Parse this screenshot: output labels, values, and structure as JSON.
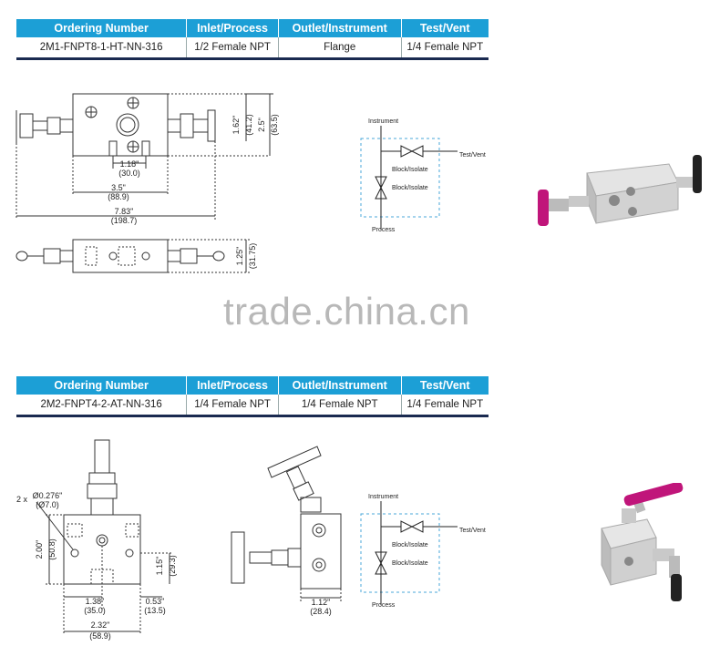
{
  "table1": {
    "headers": [
      "Ordering Number",
      "Inlet/Process",
      "Outlet/Instrument",
      "Test/Vent"
    ],
    "row": [
      "2M1-FNPT8-1-HT-NN-316",
      "1/2 Female NPT",
      "Flange",
      "1/4 Female NPT"
    ]
  },
  "table2": {
    "headers": [
      "Ordering Number",
      "Inlet/Process",
      "Outlet/Instrument",
      "Test/Vent"
    ],
    "row": [
      "2M2-FNPT4-2-AT-NN-316",
      "1/4 Female NPT",
      "1/4 Female NPT",
      "1/4 Female NPT"
    ]
  },
  "drawing1": {
    "dim_118": "1.18\"",
    "dim_118_mm": "(30.0)",
    "dim_35": "3.5\"",
    "dim_35_mm": "(88.9)",
    "dim_783": "7.83\"",
    "dim_783_mm": "(198.7)",
    "dim_162": "1.62\"",
    "dim_162_mm": "(41.2)",
    "dim_25": "2.5\"",
    "dim_25_mm": "(63.5)",
    "dim_125": "1.25\"",
    "dim_125_mm": "(31.75)"
  },
  "schematic1": {
    "instrument": "Instrument",
    "test_vent": "Test/Vent",
    "block_top": "Block/Isolate",
    "block_bottom": "Block/Isolate",
    "process": "Process"
  },
  "drawing2": {
    "holes": "2 x",
    "hole_dia": "Ø0.276\"",
    "hole_dia_mm": "(Ø7.0)",
    "dim_200": "2.00\"",
    "dim_200_mm": "(50.8)",
    "dim_115": "1.15\"",
    "dim_115_mm": "(29.3)",
    "dim_138": "1.38\"",
    "dim_138_mm": "(35.0)",
    "dim_053": "0.53\"",
    "dim_053_mm": "(13.5)",
    "dim_232": "2.32\"",
    "dim_232_mm": "(58.9)",
    "dim_112": "1.12\"",
    "dim_112_mm": "(28.4)"
  },
  "schematic2": {
    "instrument": "Instrument",
    "test_vent": "Test/Vent",
    "block_top": "Block/Isolate",
    "block_bottom": "Block/Isolate",
    "process": "Process"
  },
  "watermark": "trade.china.cn",
  "colors": {
    "header_blue": "#1c9fd6",
    "rule_navy": "#1a2a50",
    "handle_magenta": "#c0157a"
  }
}
